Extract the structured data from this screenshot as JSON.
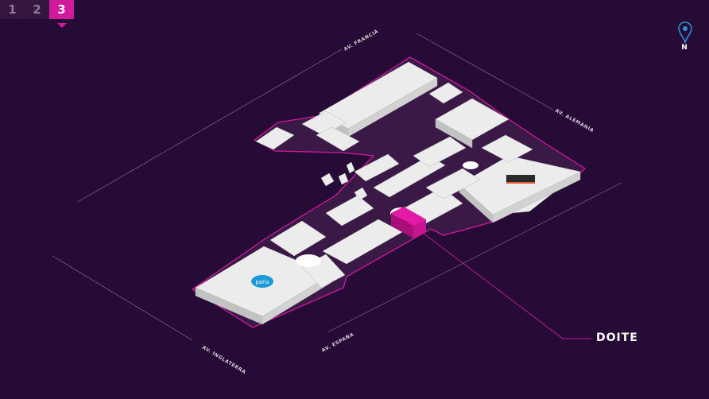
{
  "floors": {
    "items": [
      "1",
      "2",
      "3"
    ],
    "active": "3"
  },
  "compass": {
    "label": "N",
    "icon": "map-pin-north-icon"
  },
  "streets": {
    "francia": "AV. FRANCIA",
    "alemania": "AV. ALEMANIA",
    "inglaterra": "AV. INGLATERRA",
    "espana": "AV. ESPAÑA"
  },
  "store": {
    "name": "DOITE",
    "highlight_color": "#d1199b"
  },
  "anchors": {
    "paris_logo": "paris"
  },
  "colors": {
    "background": "#250b36",
    "outline": "#d1199b",
    "building": "#ececec",
    "building_shade": "#b9b9b9"
  }
}
